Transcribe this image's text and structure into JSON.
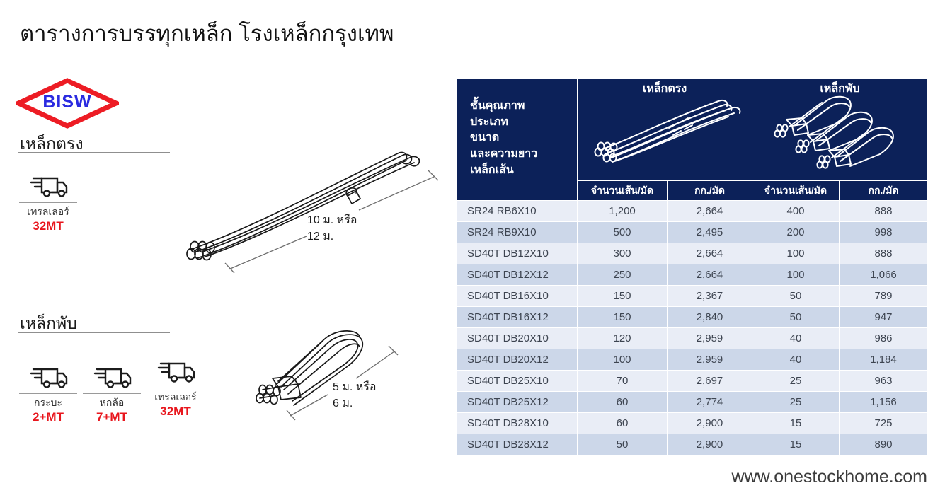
{
  "header": {
    "title": "ตารางการบรรทุกเหล็ก โรงเหล็กกรุงเทพ"
  },
  "brand": {
    "logo_text": "BISW",
    "logo_outline_color": "#ed1c24",
    "logo_text_color": "#2a2ae0",
    "logo_icon": "diamond-logo-icon"
  },
  "sections": [
    {
      "heading": "เหล็กตรง",
      "diagram_icon": "straight-bar-bundle-icon",
      "dim_line1": "10 ม. หรือ",
      "dim_line2": "12 ม.",
      "trucks": [
        {
          "icon": "delivery-truck-icon",
          "name": "เทรลเลอร์",
          "capacity": "32MT"
        }
      ]
    },
    {
      "heading": "เหล็กพับ",
      "diagram_icon": "folded-bar-bundle-icon",
      "dim_line1": "5 ม. หรือ",
      "dim_line2": "6 ม.",
      "trucks": [
        {
          "icon": "delivery-truck-icon",
          "name": "กระบะ",
          "capacity": "2+MT"
        },
        {
          "icon": "delivery-truck-icon",
          "name": "หกล้อ",
          "capacity": "7+MT"
        },
        {
          "icon": "delivery-truck-icon",
          "name": "เทรลเลอร์",
          "capacity": "32MT"
        }
      ]
    }
  ],
  "table": {
    "corner_header_lines": [
      "ชั้นคุณภาพ",
      "ประเภท",
      "ขนาด",
      "และความยาว",
      "เหล็กเส้น"
    ],
    "groups": [
      {
        "label": "เหล็กตรง",
        "art_icon": "straight-bar-bundle-art"
      },
      {
        "label": "เหล็กพับ",
        "art_icon": "folded-bar-bundle-art"
      }
    ],
    "sub_headers": [
      "จำนวนเส้น/มัด",
      "กก./มัด",
      "จำนวนเส้น/มัด",
      "กก./มัด"
    ],
    "header_bg": "#0c2159",
    "row_bg_odd": "#e9edf6",
    "row_bg_even": "#ccd7e9",
    "rows": [
      {
        "name": "SR24 RB6X10",
        "straight_count": "1,200",
        "straight_kg": "2,664",
        "folded_count": "400",
        "folded_kg": "888"
      },
      {
        "name": "SR24 RB9X10",
        "straight_count": "500",
        "straight_kg": "2,495",
        "folded_count": "200",
        "folded_kg": "998"
      },
      {
        "name": "SD40T DB12X10",
        "straight_count": "300",
        "straight_kg": "2,664",
        "folded_count": "100",
        "folded_kg": "888"
      },
      {
        "name": "SD40T DB12X12",
        "straight_count": "250",
        "straight_kg": "2,664",
        "folded_count": "100",
        "folded_kg": "1,066"
      },
      {
        "name": "SD40T DB16X10",
        "straight_count": "150",
        "straight_kg": "2,367",
        "folded_count": "50",
        "folded_kg": "789"
      },
      {
        "name": "SD40T DB16X12",
        "straight_count": "150",
        "straight_kg": "2,840",
        "folded_count": "50",
        "folded_kg": "947"
      },
      {
        "name": "SD40T DB20X10",
        "straight_count": "120",
        "straight_kg": "2,959",
        "folded_count": "40",
        "folded_kg": "986"
      },
      {
        "name": "SD40T DB20X12",
        "straight_count": "100",
        "straight_kg": "2,959",
        "folded_count": "40",
        "folded_kg": "1,184"
      },
      {
        "name": "SD40T DB25X10",
        "straight_count": "70",
        "straight_kg": "2,697",
        "folded_count": "25",
        "folded_kg": "963"
      },
      {
        "name": "SD40T DB25X12",
        "straight_count": "60",
        "straight_kg": "2,774",
        "folded_count": "25",
        "folded_kg": "1,156"
      },
      {
        "name": "SD40T DB28X10",
        "straight_count": "60",
        "straight_kg": "2,900",
        "folded_count": "15",
        "folded_kg": "725"
      },
      {
        "name": "SD40T DB28X12",
        "straight_count": "50",
        "straight_kg": "2,900",
        "folded_count": "15",
        "folded_kg": "890"
      }
    ]
  },
  "footer": {
    "url": "www.onestockhome.com"
  }
}
